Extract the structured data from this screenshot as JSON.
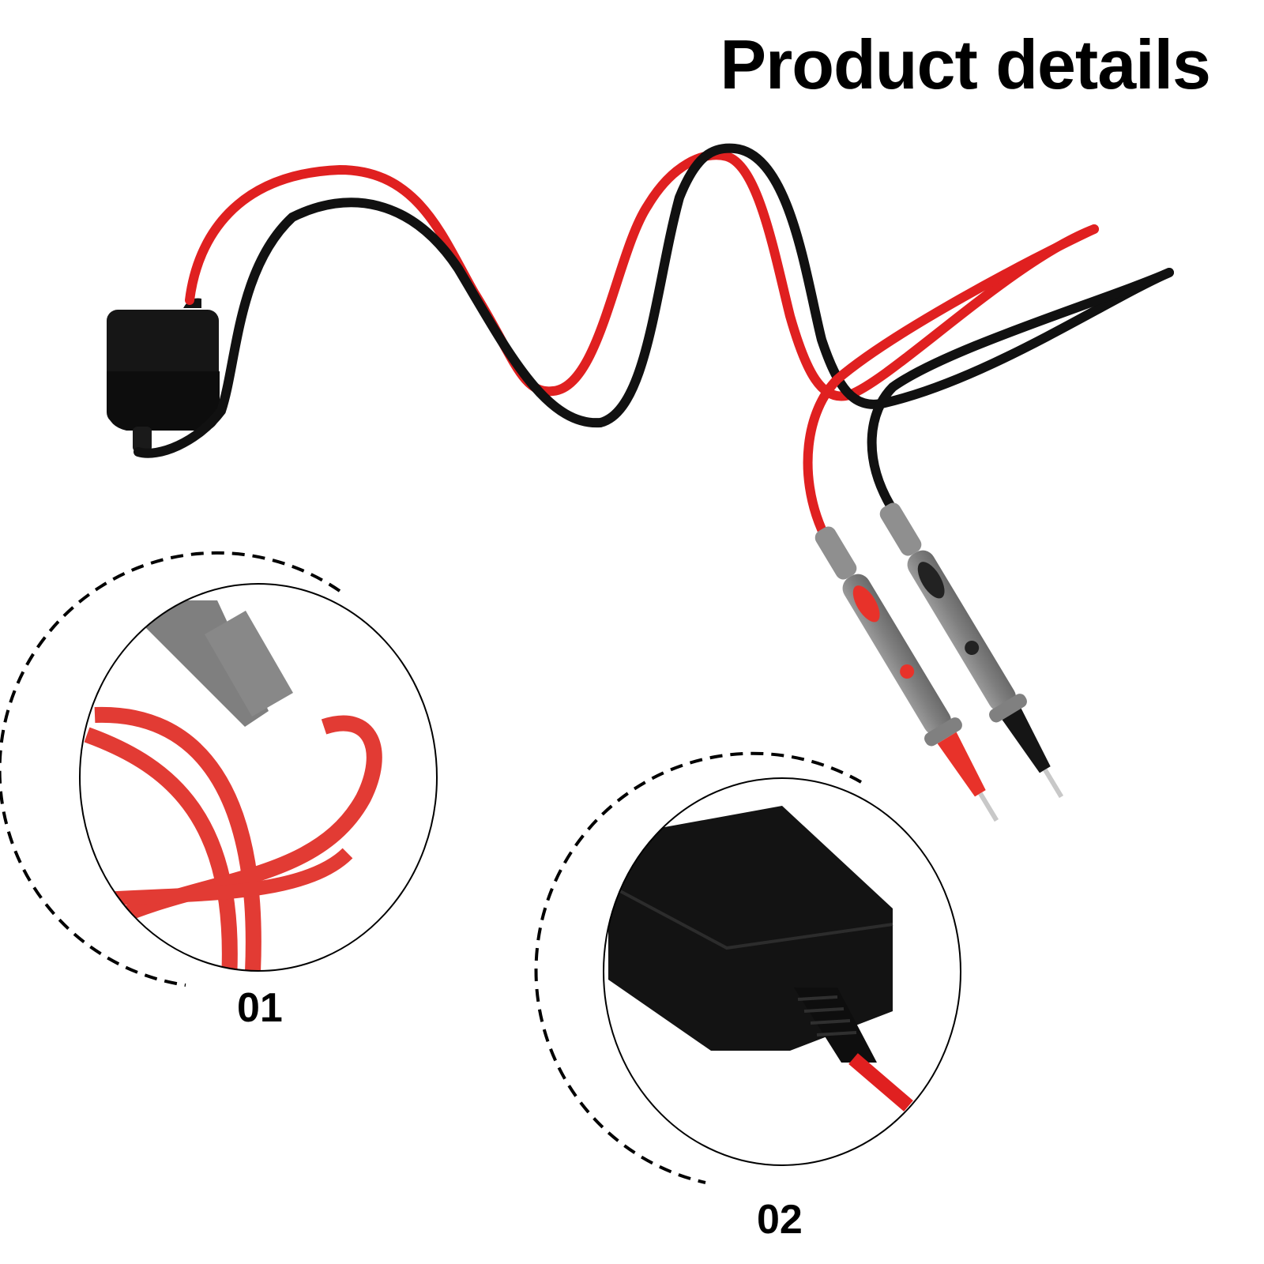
{
  "header": {
    "title": "Product details"
  },
  "product": {
    "description": "Multimeter test leads with inline black module, red and black silicone wires, grey probe handles with red and black tips",
    "colors": {
      "red_wire": "#e02020",
      "black_wire": "#111111",
      "probe_grey": "#8a8a8a",
      "probe_red_tip": "#e8322a",
      "module_black": "#141414"
    }
  },
  "details": [
    {
      "label": "01",
      "subject": "red-wire-and-probe-handle-closeup"
    },
    {
      "label": "02",
      "subject": "black-module-strain-relief-closeup"
    }
  ]
}
